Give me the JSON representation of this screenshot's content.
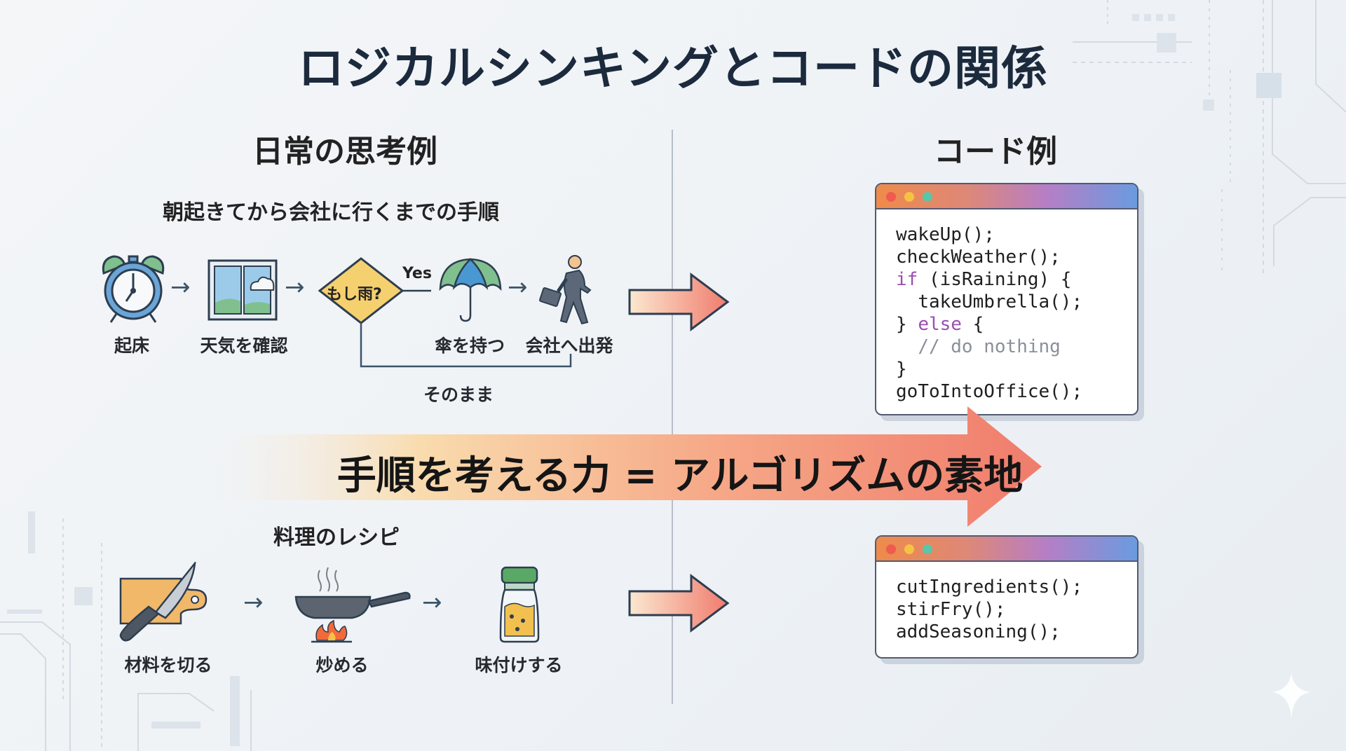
{
  "title": "ロジカルシンキングとコードの関係",
  "left_section": {
    "heading": "日常の思考例",
    "morning": {
      "subtitle": "朝起きてから会社に行くまでの手順",
      "steps": [
        {
          "icon": "alarm-clock-icon",
          "label": "起床"
        },
        {
          "icon": "window-weather-icon",
          "label": "天気を確認"
        },
        {
          "icon": "decision-diamond",
          "label": "もし雨?"
        },
        {
          "icon": "umbrella-icon",
          "label": "傘を持つ"
        },
        {
          "icon": "walking-businessman-icon",
          "label": "会社へ出発"
        }
      ],
      "yes_label": "Yes",
      "else_label": "そのまま"
    },
    "recipe": {
      "subtitle": "料理のレシピ",
      "steps": [
        {
          "icon": "knife-cutting-board-icon",
          "label": "材料を切る"
        },
        {
          "icon": "frying-pan-icon",
          "label": "炒める"
        },
        {
          "icon": "salt-shaker-icon",
          "label": "味付けする"
        }
      ]
    },
    "flow_arrow_glyph": "→"
  },
  "right_section": {
    "heading": "コード例",
    "code_morning": {
      "lines": [
        {
          "indent": "",
          "pre": "",
          "kw": "",
          "text": "wakeUp();",
          "comment": ""
        },
        {
          "indent": "",
          "pre": "",
          "kw": "",
          "text": "checkWeather();",
          "comment": ""
        },
        {
          "indent": "",
          "pre": "",
          "kw": "if",
          "text": " (isRaining) {",
          "comment": ""
        },
        {
          "indent": "  ",
          "pre": "",
          "kw": "",
          "text": "takeUmbrella();",
          "comment": ""
        },
        {
          "indent": "",
          "pre": "} ",
          "kw": "else",
          "text": " {",
          "comment": ""
        },
        {
          "indent": "  ",
          "pre": "",
          "kw": "",
          "text": "",
          "comment": "// do nothing"
        },
        {
          "indent": "",
          "pre": "",
          "kw": "",
          "text": "}",
          "comment": ""
        },
        {
          "indent": "",
          "pre": "",
          "kw": "",
          "text": "goToIntoOffice();",
          "comment": ""
        }
      ]
    },
    "code_recipe": {
      "lines": [
        {
          "indent": "",
          "pre": "",
          "kw": "",
          "text": "cutIngredients();",
          "comment": ""
        },
        {
          "indent": "",
          "pre": "",
          "kw": "",
          "text": "stirFry();",
          "comment": ""
        },
        {
          "indent": "",
          "pre": "",
          "kw": "",
          "text": "addSeasoning();",
          "comment": ""
        }
      ]
    },
    "window_dots": [
      "#ef5b4f",
      "#f6c244",
      "#5cc5a8"
    ]
  },
  "banner": {
    "text": "手順を考える力 = アルゴリズムの素地"
  },
  "colors": {
    "title": "#1c2a3d",
    "keyword": "#9b4fb0",
    "comment": "#8a9099",
    "arrow_start": "#f8e6c8",
    "arrow_end": "#f08070",
    "diamond_fill": "#f5d06e"
  }
}
